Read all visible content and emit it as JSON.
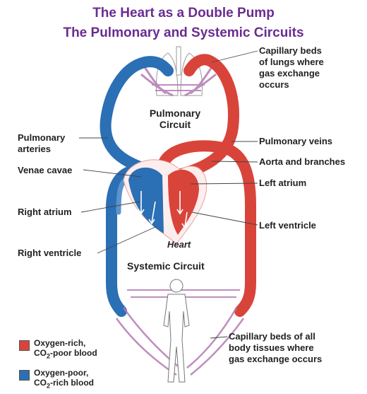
{
  "title": {
    "line1": "The Heart as a Double Pump",
    "line2": "The Pulmonary and Systemic Circuits"
  },
  "labels": {
    "capillary_lungs": [
      "Capillary beds",
      "of lungs where",
      "gas exchange",
      "occurs"
    ],
    "pulmonary_circuit": [
      "Pulmonary",
      "Circuit"
    ],
    "pulmonary_arteries": [
      "Pulmonary",
      "arteries"
    ],
    "pulmonary_veins": "Pulmonary veins",
    "venae_cavae": "Venae cavae",
    "aorta": "Aorta and branches",
    "left_atrium": "Left atrium",
    "right_atrium": "Right atrium",
    "left_ventricle": "Left ventricle",
    "right_ventricle": "Right ventricle",
    "heart": "Heart",
    "systemic_circuit": "Systemic Circuit",
    "capillary_body": [
      "Capillary beds of all",
      "body tissues where",
      "gas exchange occurs"
    ]
  },
  "legend": {
    "oxy_rich": {
      "line1": "Oxygen-rich,",
      "co2": "CO",
      "sub": "2",
      "rest": "-poor blood",
      "color": "#d9443a"
    },
    "oxy_poor": {
      "line1": "Oxygen-poor,",
      "co2": "CO",
      "sub": "2",
      "rest": "-rich blood",
      "color": "#2b6fb5"
    }
  },
  "colors": {
    "title": "#6a2c91",
    "red": "#d9443a",
    "blue": "#2b6fb5",
    "capillary": "#b47bb3"
  }
}
